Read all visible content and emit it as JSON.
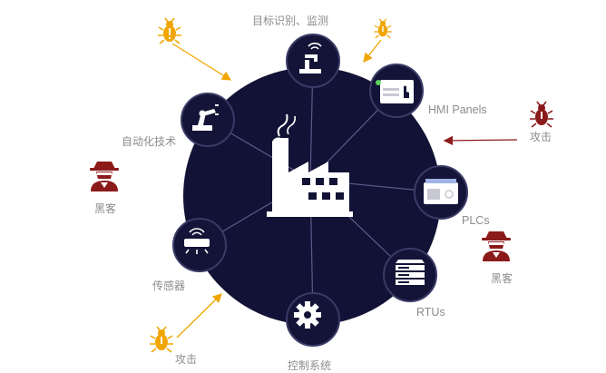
{
  "diagram": {
    "center": {
      "icon": "factory-icon"
    },
    "nodes": [
      {
        "id": "target",
        "label": "目标识别、监测",
        "icon": "robot-arm-camera-icon"
      },
      {
        "id": "hmi",
        "label": "HMI Panels",
        "icon": "hmi-panel-icon"
      },
      {
        "id": "plc",
        "label": "PLCs",
        "icon": "plc-icon"
      },
      {
        "id": "rtu",
        "label": "RTUs",
        "icon": "server-rack-icon"
      },
      {
        "id": "control",
        "label": "控制系统",
        "icon": "gear-icon"
      },
      {
        "id": "sensor",
        "label": "传感器",
        "icon": "sensor-icon"
      },
      {
        "id": "automation",
        "label": "自动化技术",
        "icon": "robot-arm-icon"
      }
    ],
    "threats": [
      {
        "id": "attack-right",
        "label": "攻击",
        "icon": "bug-icon",
        "color": "#8b1a1a"
      },
      {
        "id": "attack-bottom-left",
        "label": "攻击",
        "icon": "bug-icon",
        "color": "#f0a500"
      },
      {
        "id": "bug-top-left",
        "label": "",
        "icon": "bug-icon",
        "color": "#f0a500"
      },
      {
        "id": "bug-top",
        "label": "",
        "icon": "bug-icon",
        "color": "#f0a500"
      }
    ],
    "hackers": [
      {
        "id": "hacker-left",
        "label": "黑客",
        "icon": "hacker-icon",
        "color": "#8b1a1a"
      },
      {
        "id": "hacker-right",
        "label": "黑客",
        "icon": "hacker-icon",
        "color": "#8b1a1a"
      }
    ],
    "colors": {
      "circle": "#121236",
      "node_border": "#3a3a66",
      "spoke": "#5d5a8a",
      "orange": "#f0a500",
      "darkred": "#8b1a1a"
    }
  }
}
